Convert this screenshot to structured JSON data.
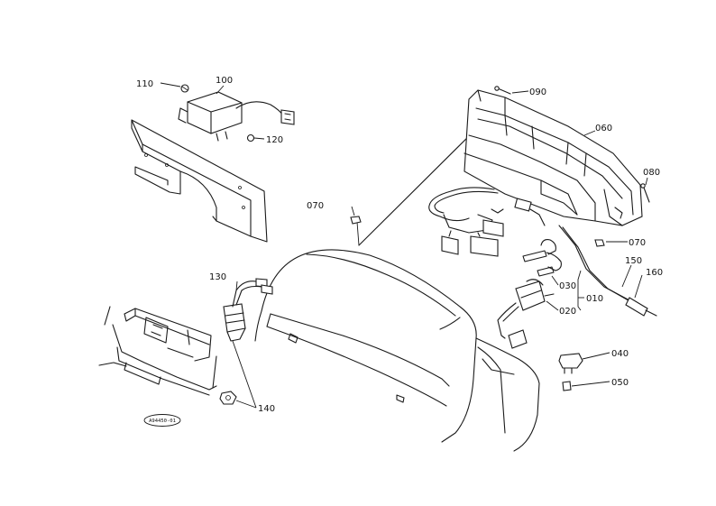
{
  "callouts": {
    "c110": "110",
    "c100": "100",
    "c120": "120",
    "c090": "090",
    "c060": "060",
    "c080": "080",
    "c070a": "070",
    "c070b": "070",
    "c150": "150",
    "c160": "160",
    "c130": "130",
    "c030": "030",
    "c010": "010",
    "c020": "020",
    "c040": "040",
    "c050": "050",
    "c140": "140"
  },
  "stamp": "A94450-01"
}
